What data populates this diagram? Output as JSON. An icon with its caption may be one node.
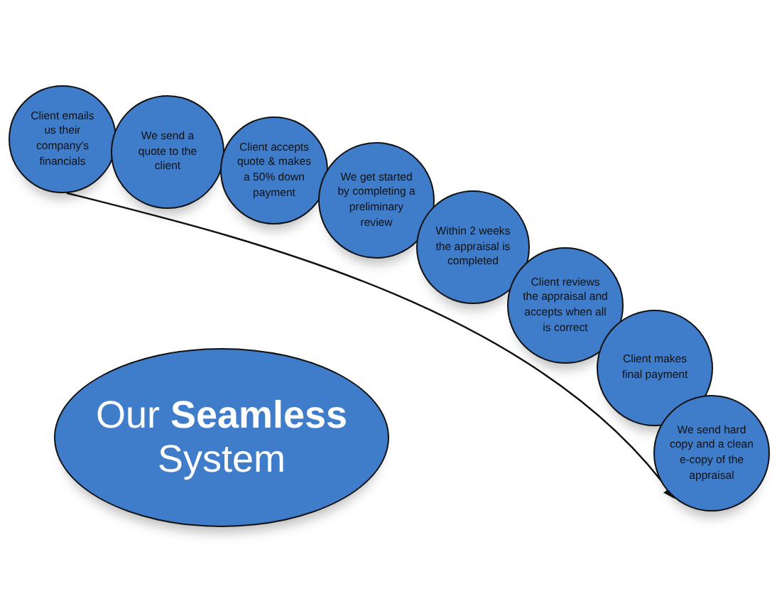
{
  "diagram": {
    "nodes": [
      {
        "text": [
          "Client emails us their company's financials"
        ]
      },
      {
        "text": [
          "We send a quote to the client"
        ]
      },
      {
        "text": [
          "Client accepts quote & makes a 50% down payment"
        ]
      },
      {
        "text": [
          "We get started by completing a preliminary review"
        ]
      },
      {
        "text": [
          "Within 2 weeks the appraisal is completed"
        ]
      },
      {
        "text": [
          "Client reviews the appraisal and accepts when all is correct"
        ]
      },
      {
        "text": [
          "Client makes final payment"
        ]
      },
      {
        "text": [
          "We send hard copy and a clean e-copy of the appraisal"
        ]
      },
      {
        "text": [
          "Our **Seamless** System"
        ]
      }
    ],
    "edges": [
      {
        "from": 0,
        "to": 7,
        "arrow": "to"
      }
    ]
  }
}
